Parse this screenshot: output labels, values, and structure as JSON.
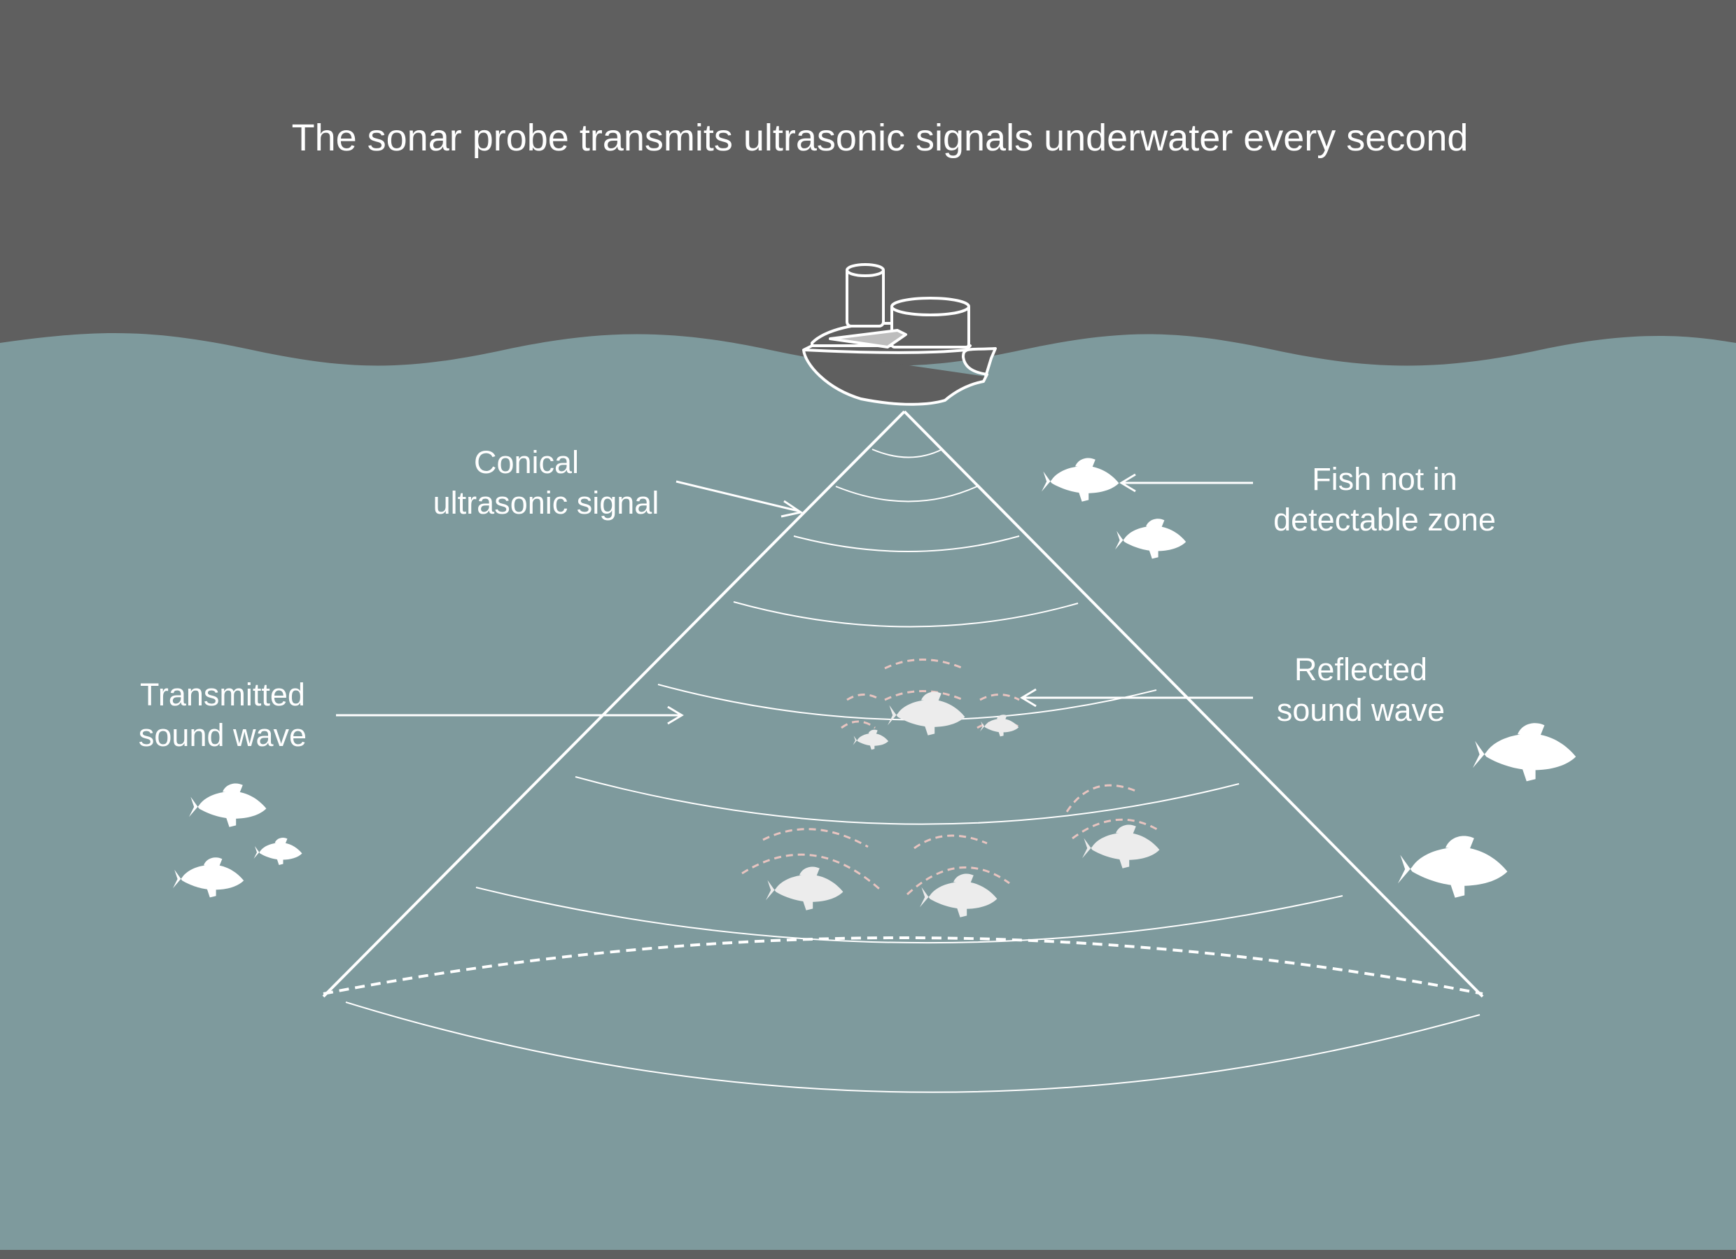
{
  "title": "The sonar probe transmits ultrasonic signals underwater every second",
  "labels": {
    "conical_signal": {
      "line1": "Conical",
      "line2": "ultrasonic signal"
    },
    "fish_not_detectable": {
      "line1": "Fish not in",
      "line2": "detectable zone"
    },
    "transmitted_wave": {
      "line1": "Transmitted",
      "line2": "sound wave"
    },
    "reflected_wave": {
      "line1": "Reflected",
      "line2": "sound wave"
    }
  },
  "colors": {
    "sky": "#5f5f5f",
    "water": "#7e9a9d",
    "line": "#ffffff",
    "reflection": "#e8c4c0",
    "fish": "#ffffff",
    "detected_fish": "#ececec"
  },
  "icons": {
    "boat": "boat-icon",
    "fish": "fish-icon"
  }
}
